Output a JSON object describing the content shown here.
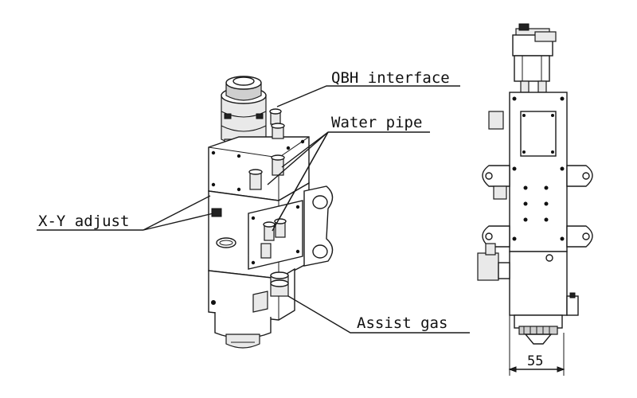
{
  "labels": {
    "qbh": "QBH interface",
    "water": "Water pipe",
    "xy": "X-Y adjust",
    "gas": "Assist gas"
  },
  "dimension": {
    "width": "55"
  }
}
